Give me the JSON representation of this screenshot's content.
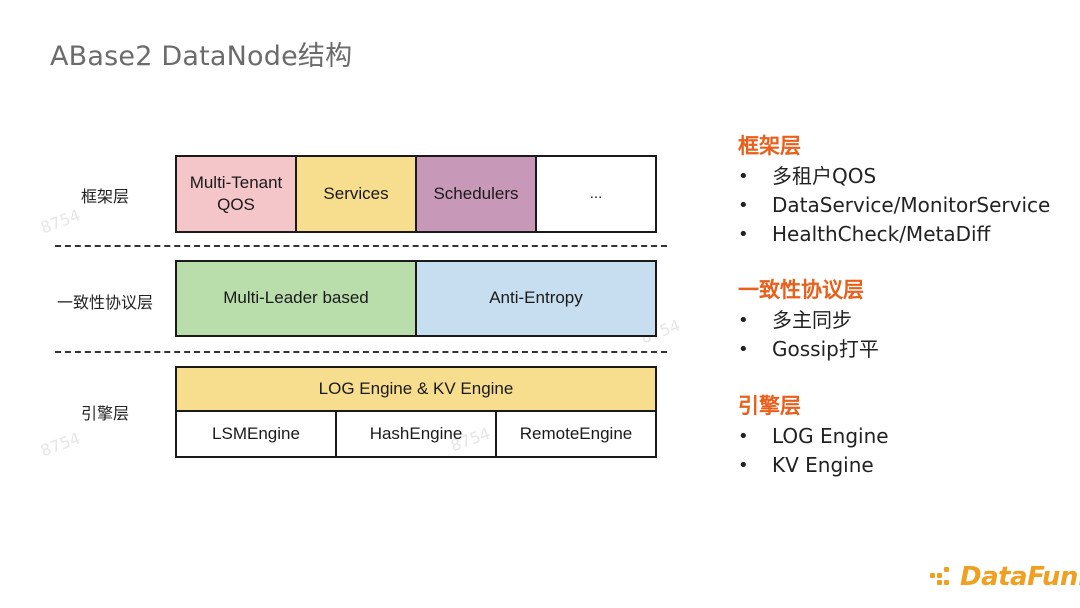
{
  "title": "ABase2 DataNode结构",
  "diagram": {
    "framework": {
      "label": "框架层",
      "boxes": [
        "Multi-Tenant\nQOS",
        "Services",
        "Schedulers",
        "..."
      ],
      "colors": [
        "#f4c6c9",
        "#f7dd8e",
        "#c898b8",
        "#ffffff"
      ]
    },
    "consistency": {
      "label": "一致性协议层",
      "boxes": [
        "Multi-Leader based",
        "Anti-Entropy"
      ],
      "colors": [
        "#b9deac",
        "#c7def0"
      ]
    },
    "engine": {
      "label": "引擎层",
      "top": "LOG Engine & KV Engine",
      "top_color": "#f7dd8e",
      "boxes": [
        "LSMEngine",
        "HashEngine",
        "RemoteEngine"
      ]
    }
  },
  "legend": [
    {
      "heading": "框架层",
      "items": [
        "多租户QOS",
        "DataService/MonitorService",
        "HealthCheck/MetaDiff"
      ]
    },
    {
      "heading": "一致性协议层",
      "items": [
        "多主同步",
        "Gossip打平"
      ]
    },
    {
      "heading": "引擎层",
      "items": [
        "LOG Engine",
        "KV Engine"
      ]
    }
  ],
  "watermark": "8754",
  "logo": {
    "text": "DataFun.",
    "color": "#f0a020"
  }
}
